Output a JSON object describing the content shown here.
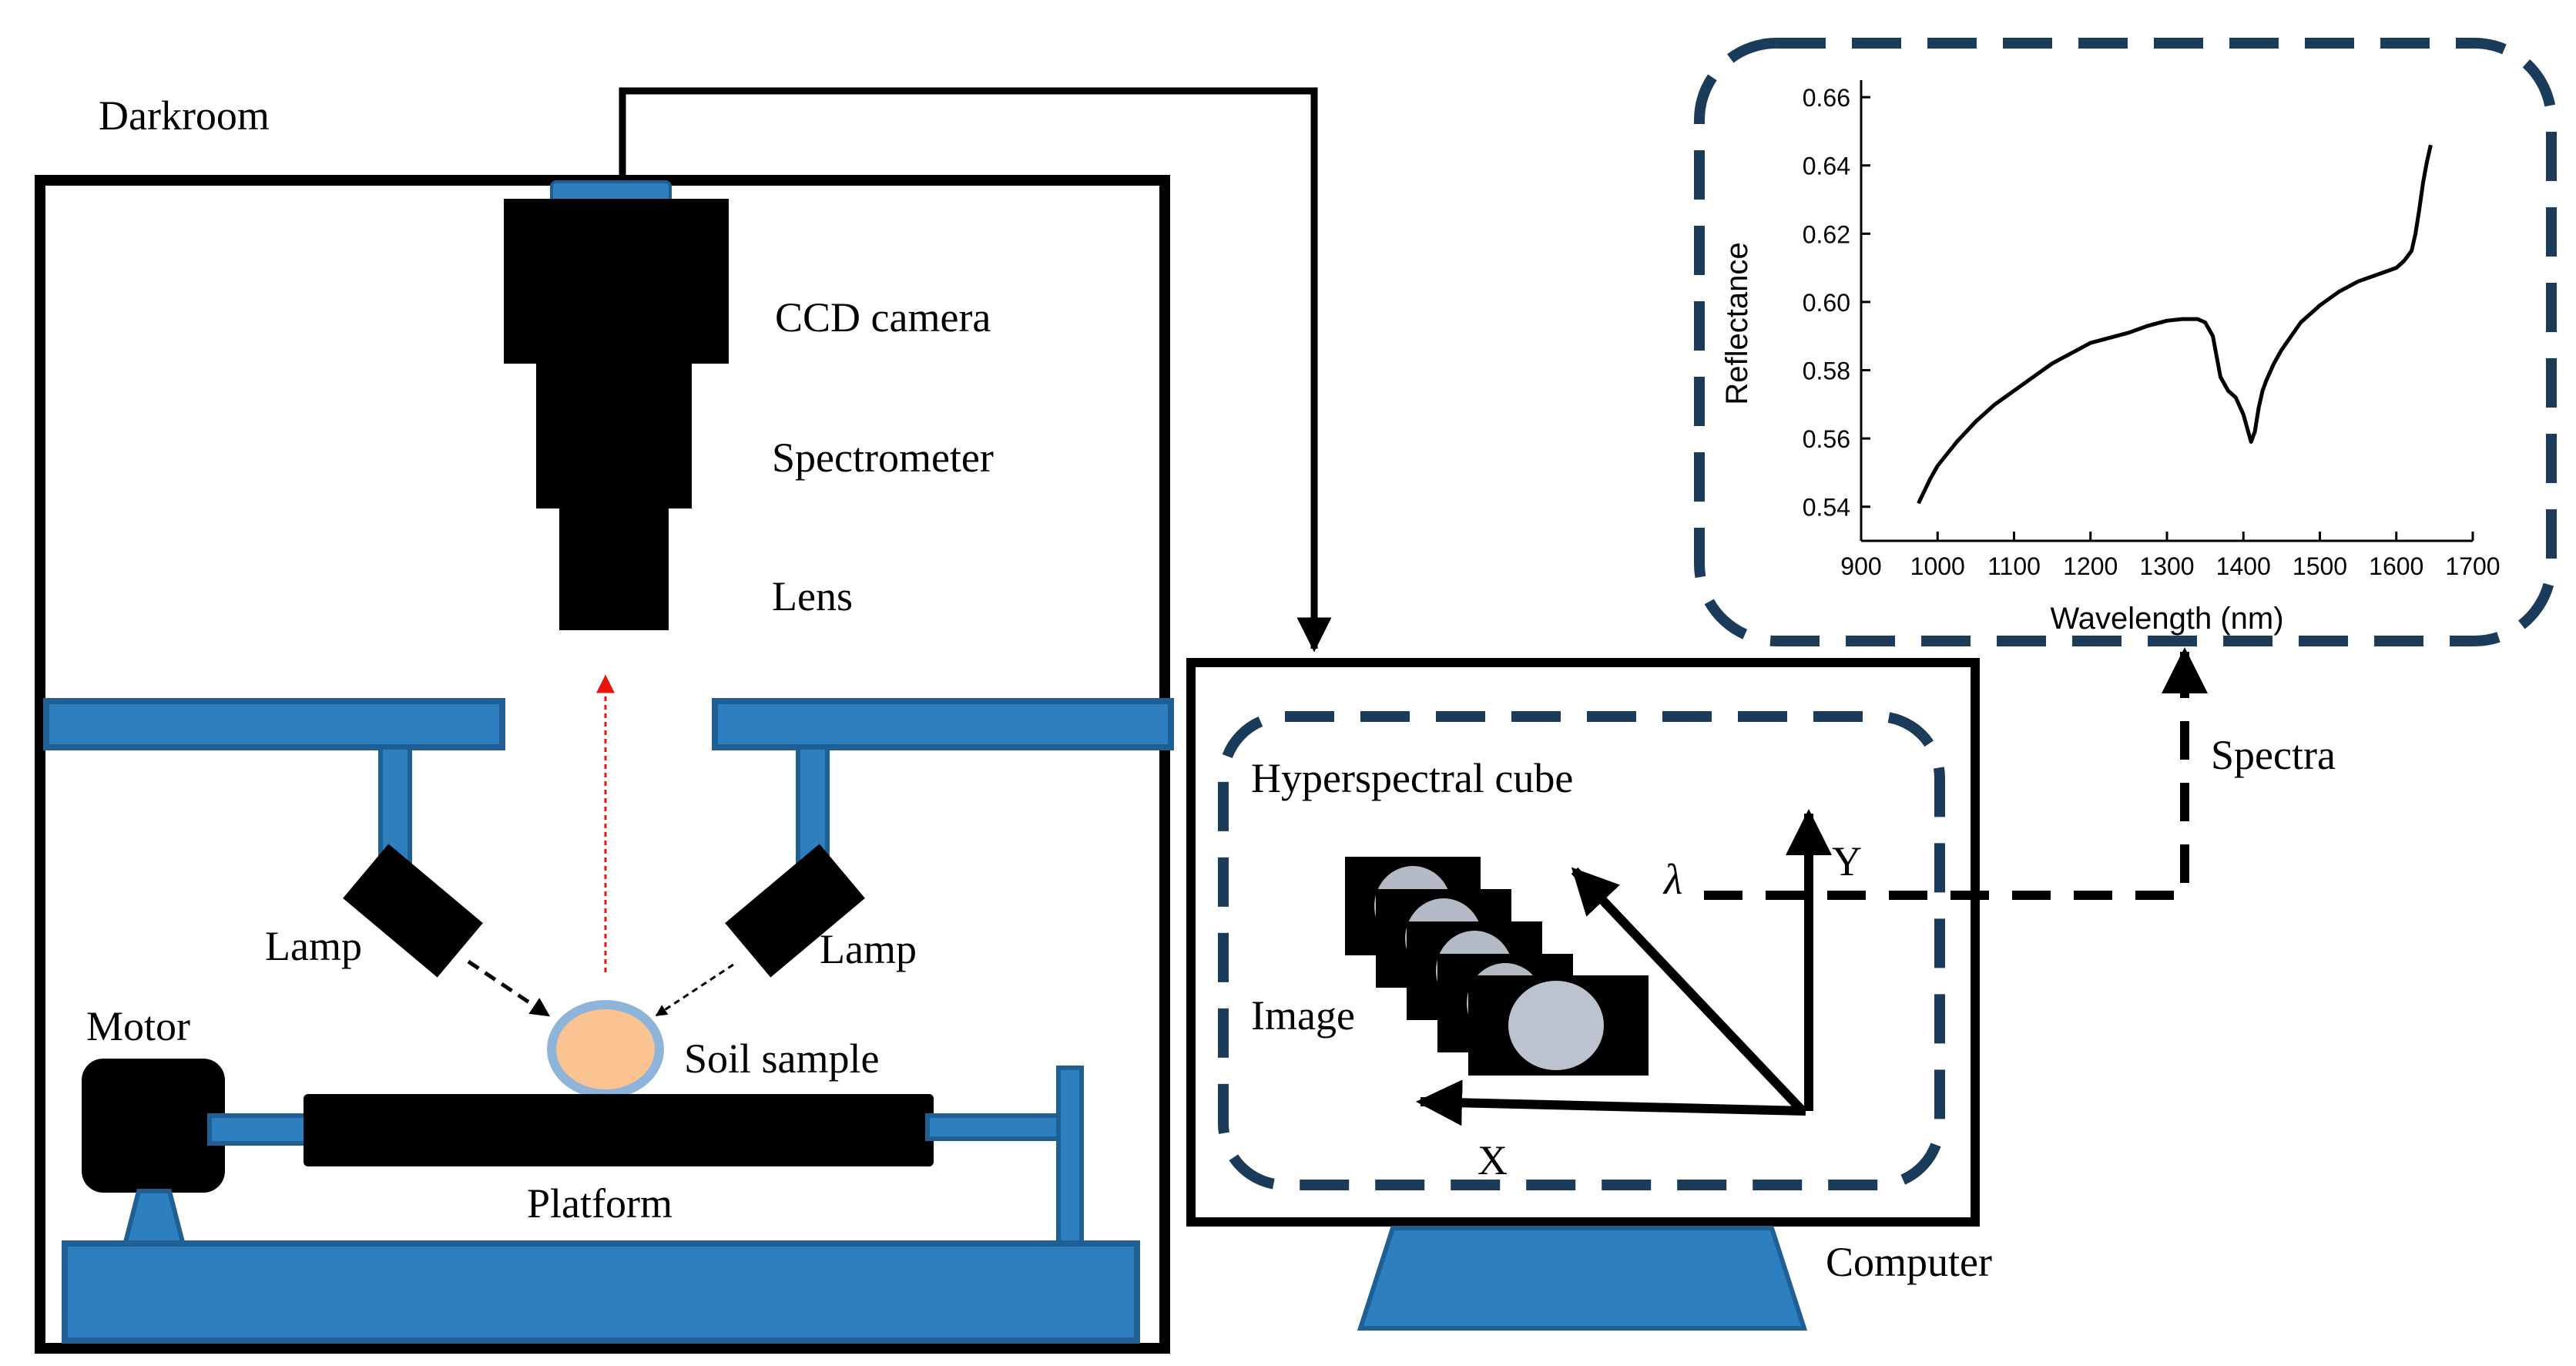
{
  "colors": {
    "frame": "#000000",
    "equipment_blue": "#2E7FC0",
    "equipment_blue_dark": "#1F5F93",
    "dashed_panel": "#1A3C5A",
    "soil_fill": "#FBC391",
    "soil_ring": "#8FB4D9",
    "light_path": "#E8140F",
    "camera_black": "#000000"
  },
  "labels": {
    "darkroom": "Darkroom",
    "ccd_camera": "CCD camera",
    "spectrometer": "Spectrometer",
    "lens": "Lens",
    "lamp_left": "Lamp",
    "lamp_right": "Lamp",
    "motor": "Motor",
    "soil_sample": "Soil sample",
    "platform": "Platform",
    "hyperspectral_cube": "Hyperspectral cube",
    "image": "Image",
    "axis_lambda": "λ",
    "axis_y": "Y",
    "axis_x": "X",
    "computer": "Computer",
    "spectra": "Spectra"
  },
  "chart_data": {
    "type": "line",
    "xlabel": "Wavelength (nm)",
    "ylabel": "Reflectance",
    "xlim": [
      900,
      1700
    ],
    "ylim": [
      0.53,
      0.665
    ],
    "xticks": [
      900,
      1000,
      1100,
      1200,
      1300,
      1400,
      1500,
      1600,
      1700
    ],
    "yticks": [
      0.54,
      0.56,
      0.58,
      0.6,
      0.62,
      0.64,
      0.66
    ],
    "ytick_labels": [
      "0.54",
      "0.56",
      "0.58",
      "0.60",
      "0.62",
      "0.64",
      "0.66"
    ],
    "grid": false,
    "series": [
      {
        "x": [
          975,
          990,
          1000,
          1025,
          1050,
          1075,
          1100,
          1125,
          1150,
          1175,
          1200,
          1225,
          1250,
          1275,
          1300,
          1320,
          1340,
          1350,
          1360,
          1365,
          1370,
          1380,
          1390,
          1400,
          1405,
          1410,
          1415,
          1420,
          1425,
          1430,
          1440,
          1450,
          1475,
          1500,
          1525,
          1550,
          1575,
          1600,
          1610,
          1620,
          1625,
          1630,
          1635,
          1640,
          1645
        ],
        "values": [
          0.541,
          0.548,
          0.552,
          0.559,
          0.565,
          0.57,
          0.574,
          0.578,
          0.582,
          0.585,
          0.588,
          0.5895,
          0.591,
          0.593,
          0.5945,
          0.595,
          0.595,
          0.594,
          0.59,
          0.584,
          0.578,
          0.574,
          0.572,
          0.567,
          0.563,
          0.559,
          0.562,
          0.569,
          0.574,
          0.577,
          0.582,
          0.586,
          0.594,
          0.599,
          0.603,
          0.606,
          0.608,
          0.61,
          0.612,
          0.615,
          0.62,
          0.627,
          0.635,
          0.641,
          0.646
        ]
      }
    ]
  }
}
